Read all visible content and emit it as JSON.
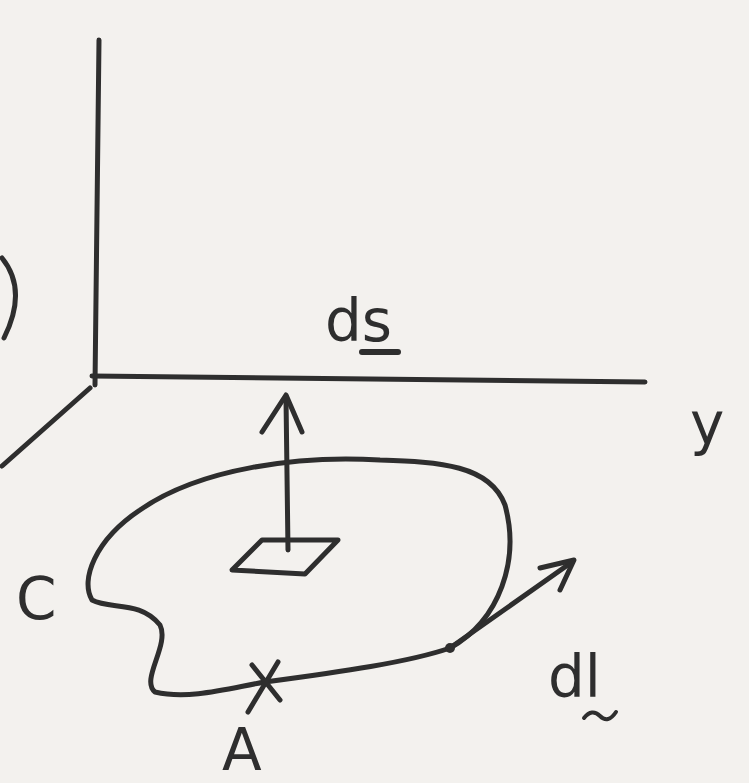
{
  "diagram": {
    "labels": [
      "ds",
      "y",
      "C",
      "A",
      "dl"
    ]
  }
}
